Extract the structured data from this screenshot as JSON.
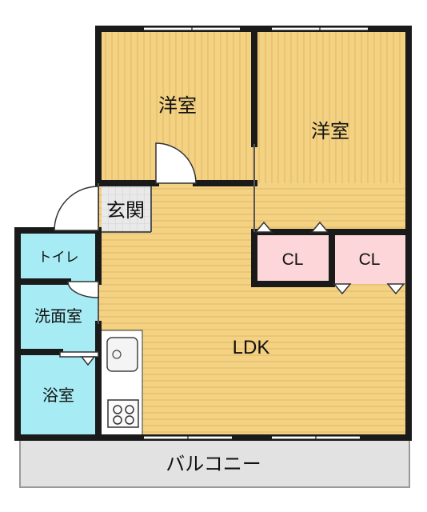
{
  "rooms": {
    "western_room_1": "洋室",
    "western_room_2": "洋室",
    "entrance": "玄関",
    "toilet": "トイレ",
    "washroom": "洗面室",
    "bathroom": "浴室",
    "ldk": "LDK",
    "closet_1": "CL",
    "closet_2": "CL",
    "balcony": "バルコニー"
  },
  "colors": {
    "wood_floor": "#f3d284",
    "wood_line": "#dcae58",
    "wet_area": "#a7ecf4",
    "closet": "#fcd6d9",
    "balcony": "#e2e2e2",
    "entrance_tile": "#e9e9e9",
    "wall": "#1a1a1a"
  }
}
